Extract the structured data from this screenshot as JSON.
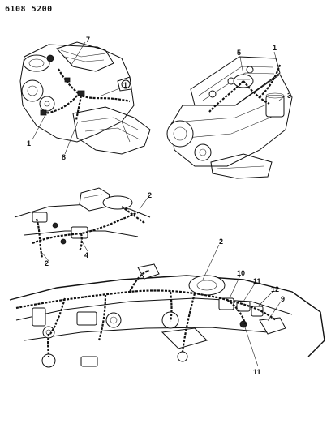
{
  "diagram": {
    "page_code": "6108 5200",
    "callouts": {
      "view1": [
        "7",
        "1",
        "1",
        "8"
      ],
      "view2": [
        "5",
        "1",
        "3"
      ],
      "view3": [
        "2",
        "2",
        "4"
      ],
      "view4": [
        "2",
        "10",
        "11",
        "12",
        "9",
        "11"
      ]
    }
  }
}
